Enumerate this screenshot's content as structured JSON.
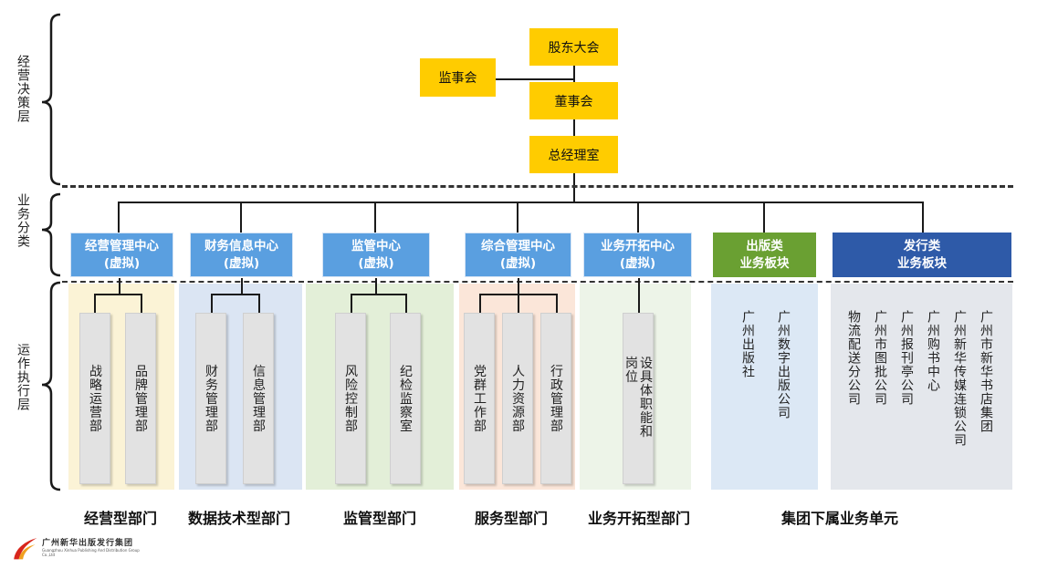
{
  "side_labels": {
    "decision": "经营决策层",
    "business": "业务分类",
    "execution": "运作执行层"
  },
  "top": {
    "shareholders": "股东大会",
    "supervisors": "监事会",
    "board": "董事会",
    "gm_office": "总经理室"
  },
  "centers": [
    {
      "label": "经营管理中心\n(虚拟)"
    },
    {
      "label": "财务信息中心\n(虚拟)"
    },
    {
      "label": "监管中心\n(虚拟)"
    },
    {
      "label": "综合管理中心\n(虚拟)"
    },
    {
      "label": "业务开拓中心\n(虚拟)"
    },
    {
      "label": "出版类\n业务板块"
    },
    {
      "label": "发行类\n业务板块"
    }
  ],
  "departments": {
    "operating": [
      "战略运营部",
      "品牌管理部"
    ],
    "data_tech": [
      "财务管理部",
      "信息管理部"
    ],
    "supervision": [
      "风险控制部",
      "纪检监察室"
    ],
    "service": [
      "党群工作部",
      "人力资源部",
      "行政管理部"
    ],
    "development": [
      "设具体职能和岗位"
    ],
    "publishing_units": [
      "广州出版社",
      "广州数字出版公司"
    ],
    "distribution_units": [
      "物流配送分公司",
      "广州市图批公司",
      "广州报刊亭公司",
      "广州购书中心",
      "广州新华传媒连锁公司",
      "广州市新华书店集团"
    ]
  },
  "categories": [
    "经营型部门",
    "数据技术型部门",
    "监管型部门",
    "服务型部门",
    "业务开拓型部门",
    "集团下属业务单元"
  ],
  "logo": {
    "cn": "广州新华出版发行集团",
    "en": "Guangzhou Xinhua Publishing And Distribution Group Co.,Ltd"
  },
  "colors": {
    "gold": "#ffcc00",
    "center_blue": "#5a9fe0",
    "publish_green": "#6aa032",
    "distribute_navy": "#2e5aa8"
  }
}
